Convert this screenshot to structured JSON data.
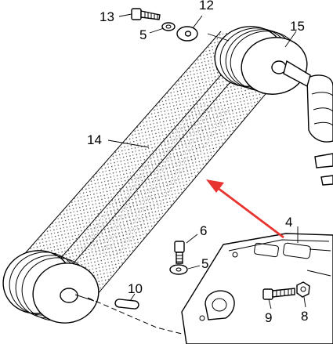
{
  "diagram": {
    "callouts": {
      "c13": "13",
      "c12": "12",
      "c5_top": "5",
      "c15": "15",
      "c14": "14",
      "c6": "6",
      "c5_mid": "5",
      "c4": "4",
      "c10": "10",
      "c9": "9",
      "c8": "8"
    },
    "arrow_color": "#e8342f"
  }
}
